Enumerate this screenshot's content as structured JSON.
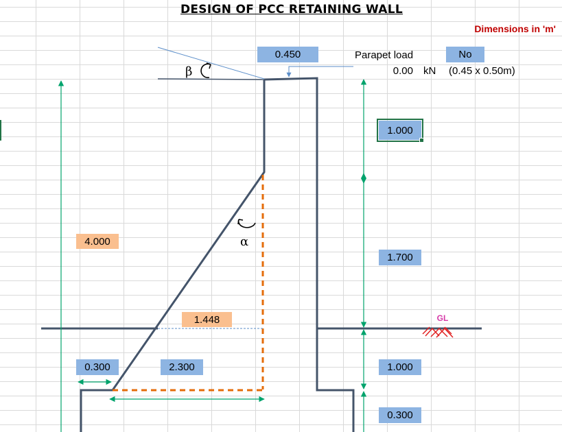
{
  "sheet": {
    "title": "DESIGN OF PCC RETAINING WALL",
    "units_note": "Dimensions in 'm'"
  },
  "parapet": {
    "top_width": "0.450",
    "label": "Parapet load",
    "option": "No",
    "load_value": "0.00",
    "load_unit": "kN",
    "load_note": "(0.45 x 0.50m)"
  },
  "angles": {
    "beta": "β",
    "alpha": "α"
  },
  "dimensions": {
    "total_height": "4.000",
    "vertical_back_height": "1.000",
    "sloped_back_height": "1.700",
    "width_at_ground": "1.448",
    "toe_width": "0.300",
    "slope_base_width": "2.300",
    "depth_below_ground": "1.000",
    "footing_thickness": "0.300"
  },
  "ground": {
    "label": "GL"
  },
  "colors": {
    "wall_line": "#44546a",
    "dimension_line": "#00a36c",
    "hidden_line": "#e46c0a",
    "input_cell": "#8db4e2",
    "result_cell": "#fabf8f",
    "ground_hatch": "#e02020",
    "units_note": "#c00000",
    "gl_label": "#d63aa8"
  }
}
